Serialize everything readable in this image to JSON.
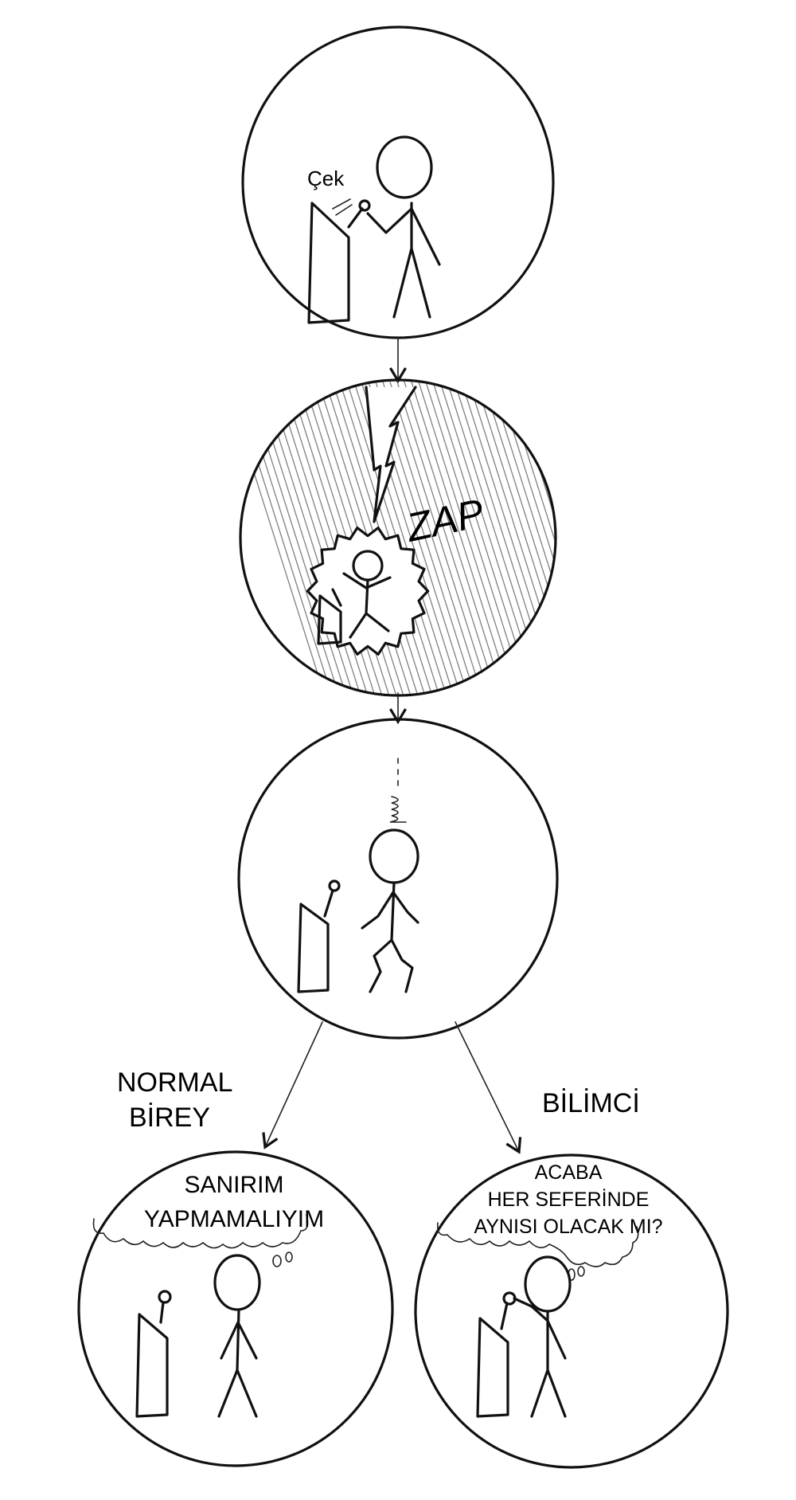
{
  "panels": {
    "pull": {
      "sound": "Çek"
    },
    "zap": {
      "sound": "ZAP"
    }
  },
  "branches": {
    "normal": {
      "label_line1": "NORMAL",
      "label_line2": "BİREY",
      "thought_line1": "SANIRIM",
      "thought_line2": "YAPMAMALIYIM"
    },
    "scientist": {
      "label": "BİLİMCİ",
      "thought_line1": "ACABA",
      "thought_line2": "HER SEFERİNDE",
      "thought_line3": "AYNISI OLACAK MI?"
    }
  }
}
